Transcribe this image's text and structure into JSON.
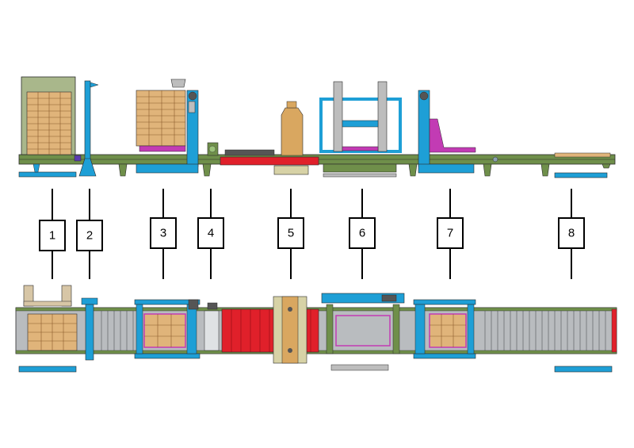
{
  "labels": [
    "1",
    "2",
    "3",
    "4",
    "5",
    "6",
    "7",
    "8"
  ],
  "colors": {
    "conveyor_green": "#6f8f4a",
    "frame_blue": "#1e9fd6",
    "pallet_wood": "#e0b47a",
    "stack_box": "#a9b78b",
    "magenta": "#c23bb4",
    "red": "#e0202a",
    "roller_grey": "#b9bcbf",
    "grey_frame": "#bdbdbd",
    "tan": "#d9a760"
  }
}
